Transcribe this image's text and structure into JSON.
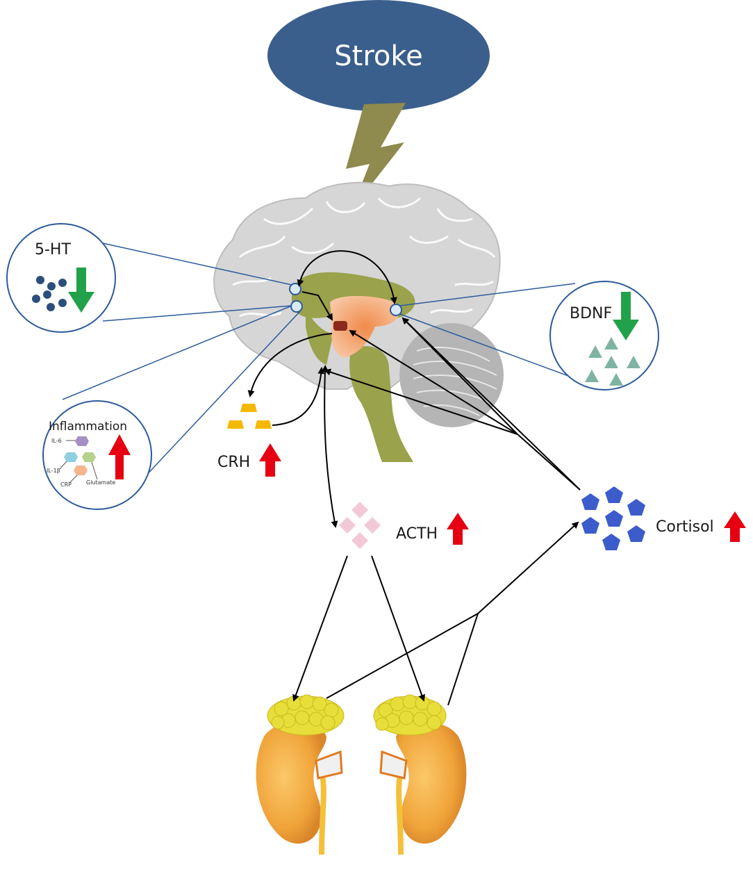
{
  "stroke": {
    "title": "Stroke"
  },
  "labels": {
    "serotonin": "5-HT",
    "bdnf": "BDNF",
    "inflammation": "Inflammation",
    "crh": "CRH",
    "acth": "ACTH",
    "cortisol": "Cortisol"
  },
  "inflammation_markers": {
    "il6": "IL-6",
    "il1b": "IL-1β",
    "crp": "CRP",
    "glutamate": "Glutamate"
  },
  "changes": {
    "serotonin": "down",
    "bdnf": "down",
    "inflammation": "up",
    "crh": "up",
    "acth": "up",
    "cortisol": "up"
  },
  "colors": {
    "stroke_ellipse": "#3b5f8c",
    "lightning": "#8f8a4d",
    "brain": "#d4d4d4",
    "limbic": "#9aa24b",
    "hypothalamus": "#f5c4a0",
    "up_arrow": "#e60012",
    "down_arrow": "#21a24a",
    "inset_border": "#2a5a9c",
    "serotonin_dots": "#2b4f7d",
    "bdnf_triangles": "#7fb3a3",
    "crh_blocks": "#f5b800",
    "acth_diamonds": "#f3c9d8",
    "cortisol_pentagons": "#3c5ccc",
    "adrenal": "#e8de3a",
    "kidney": "#f0a73a"
  }
}
